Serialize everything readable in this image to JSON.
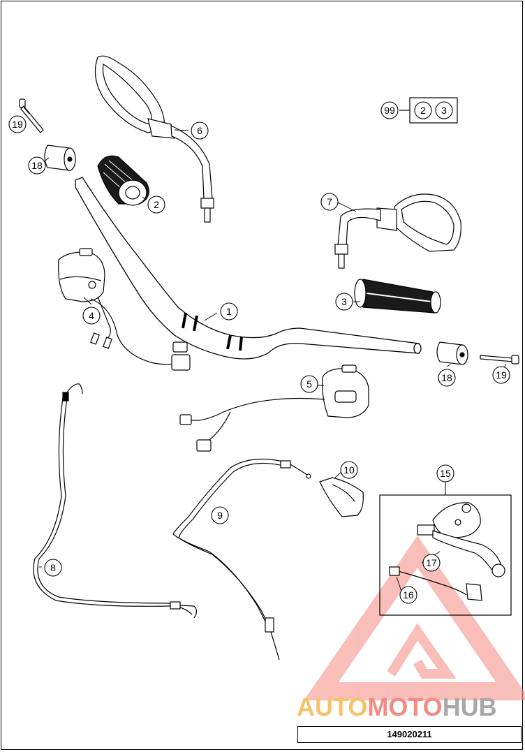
{
  "watermark": {
    "part1": "AUTO",
    "part2": "MOTO",
    "part3": "HUB",
    "colors": {
      "auto": "#f7c26a",
      "moto": "#f58a80",
      "hub": "#a8a8a8",
      "triangle": "#f58a80"
    }
  },
  "drawing_number": "149020211",
  "callouts": [
    {
      "id": "c1",
      "label": "1"
    },
    {
      "id": "c2",
      "label": "2"
    },
    {
      "id": "c3",
      "label": "3"
    },
    {
      "id": "c4",
      "label": "4"
    },
    {
      "id": "c5",
      "label": "5"
    },
    {
      "id": "c6",
      "label": "6"
    },
    {
      "id": "c7",
      "label": "7"
    },
    {
      "id": "c8",
      "label": "8"
    },
    {
      "id": "c9",
      "label": "9"
    },
    {
      "id": "c10",
      "label": "10"
    },
    {
      "id": "c15",
      "label": "15"
    },
    {
      "id": "c16",
      "label": "16"
    },
    {
      "id": "c17",
      "label": "17"
    },
    {
      "id": "c18a",
      "label": "18"
    },
    {
      "id": "c18b",
      "label": "18"
    },
    {
      "id": "c19a",
      "label": "19"
    },
    {
      "id": "c19b",
      "label": "19"
    },
    {
      "id": "c99",
      "label": "99"
    },
    {
      "id": "c99-2",
      "label": "2"
    },
    {
      "id": "c99-3",
      "label": "3"
    }
  ]
}
